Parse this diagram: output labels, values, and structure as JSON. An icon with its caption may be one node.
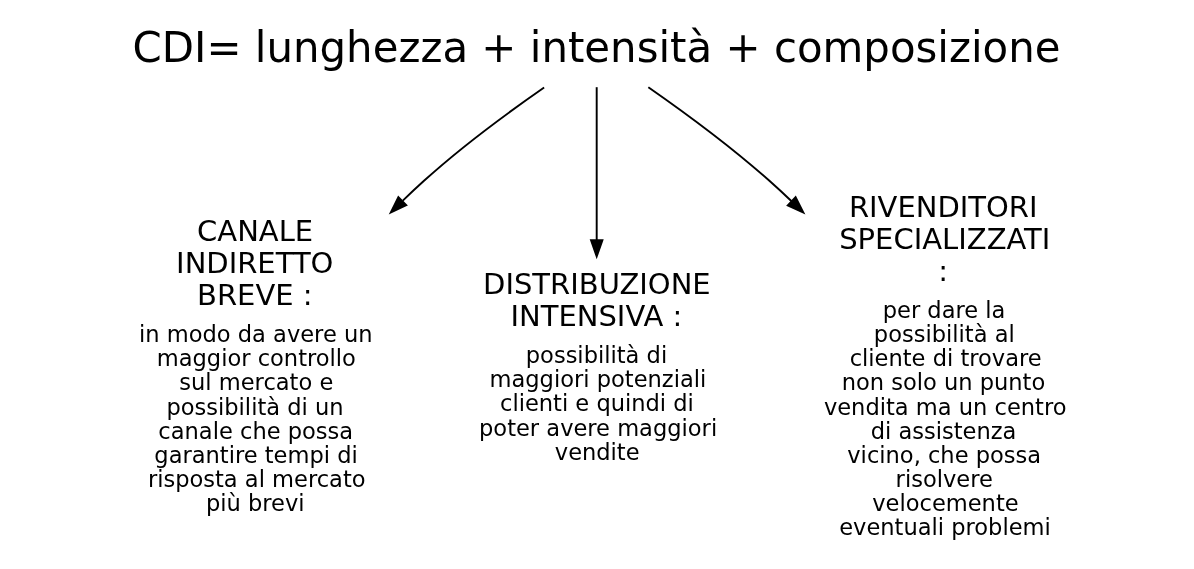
{
  "diagram": {
    "nodes": [
      {
        "text": [
          "CDI= lunghezza + intensità + composizione"
        ]
      },
      {
        "text": [
          "CANALE INDIRETTO BREVE :",
          "in modo da avere un maggior controllo sul mercato e possibilità di un canale che possa garantire tempi di risposta al mercato più brevi"
        ]
      },
      {
        "text": [
          "DISTRIBUZIONE INTENSIVA :",
          "possibilità di maggiori potenziali clienti e quindi di poter avere maggiori vendite"
        ]
      },
      {
        "text": [
          "RIVENDITORI SPECIALIZZATI :",
          "per dare la possibilità al cliente di trovare non solo un punto vendita ma un centro di assistenza vicino, che possa risolvere velocemente eventuali problemi"
        ]
      }
    ],
    "edges": [
      {
        "from": 0,
        "to": 1,
        "arrow": "to"
      },
      {
        "from": 0,
        "to": 2,
        "arrow": "to"
      },
      {
        "from": 0,
        "to": 3,
        "arrow": "to"
      }
    ]
  }
}
